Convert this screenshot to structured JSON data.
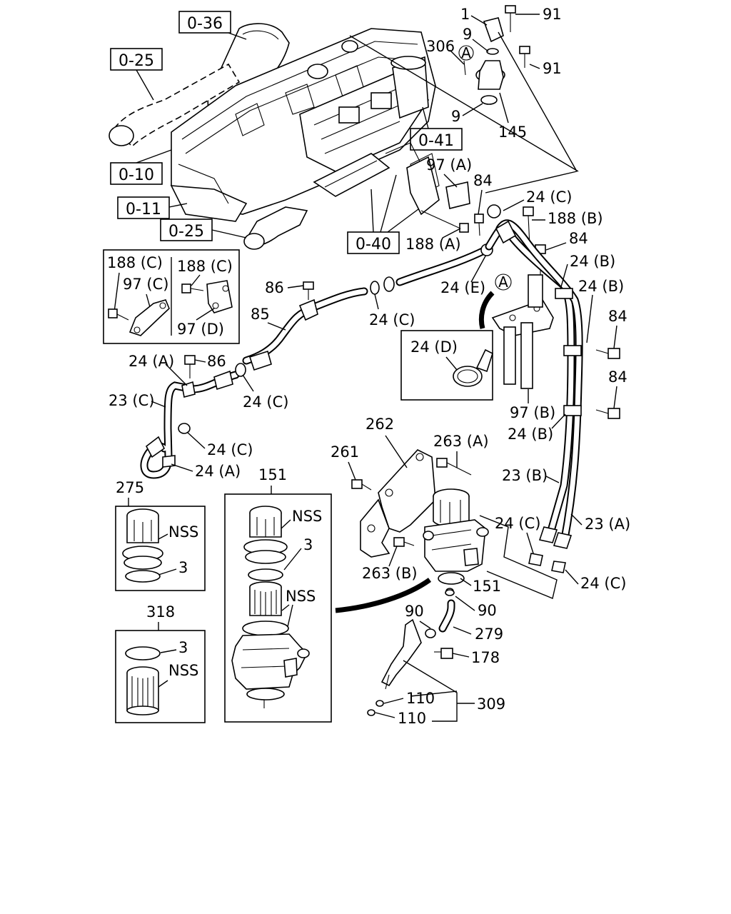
{
  "refs": {
    "r036": "0-36",
    "r025a": "0-25",
    "r041": "0-41",
    "r010": "0-10",
    "r011": "0-11",
    "r025b": "0-25",
    "r040": "0-40"
  },
  "labels": {
    "p1": "1",
    "p91a": "91",
    "p9a": "9",
    "p306": "306",
    "pA1": "A",
    "p91b": "91",
    "p9b": "9",
    "p145": "145",
    "p97A": "97 (A)",
    "p84a": "84",
    "p24Ca": "24 (C)",
    "p188B": "188 (B)",
    "p188A": "188 (A)",
    "p84b": "84",
    "p24Ba": "24 (B)",
    "p24E": "24 (E)",
    "pA2": "A",
    "p24Bb": "24 (B)",
    "p188Ca": "188 (C)",
    "p97C": "97 (C)",
    "p188Cb": "188 (C)",
    "p97D": "97 (D)",
    "p86a": "86",
    "p85": "85",
    "p24Cb": "24 (C)",
    "p84c": "84",
    "p24D": "24 (D)",
    "p24Aa": "24 (A)",
    "p86b": "86",
    "p84d": "84",
    "p23C": "23 (C)",
    "p24Cc": "24 (C)",
    "p97B": "97 (B)",
    "p24Bc": "24 (B)",
    "p24Cd": "24 (C)",
    "p262": "262",
    "p261": "261",
    "p263A": "263 (A)",
    "p24Ab": "24 (A)",
    "p23B": "23 (B)",
    "p275": "275",
    "p151a": "151",
    "pNSSa": "NSS",
    "p24Ce": "24 (C)",
    "p23A": "23 (A)",
    "pNSSb": "NSS",
    "p3a": "3",
    "p3b": "3",
    "p263B": "263 (B)",
    "p151b": "151",
    "p24Cf": "24 (C)",
    "pNSSc": "NSS",
    "p90a": "90",
    "p90b": "90",
    "p318": "318",
    "p279": "279",
    "p3c": "3",
    "p178": "178",
    "pNSSd": "NSS",
    "p110a": "110",
    "p309": "309",
    "p110b": "110"
  }
}
